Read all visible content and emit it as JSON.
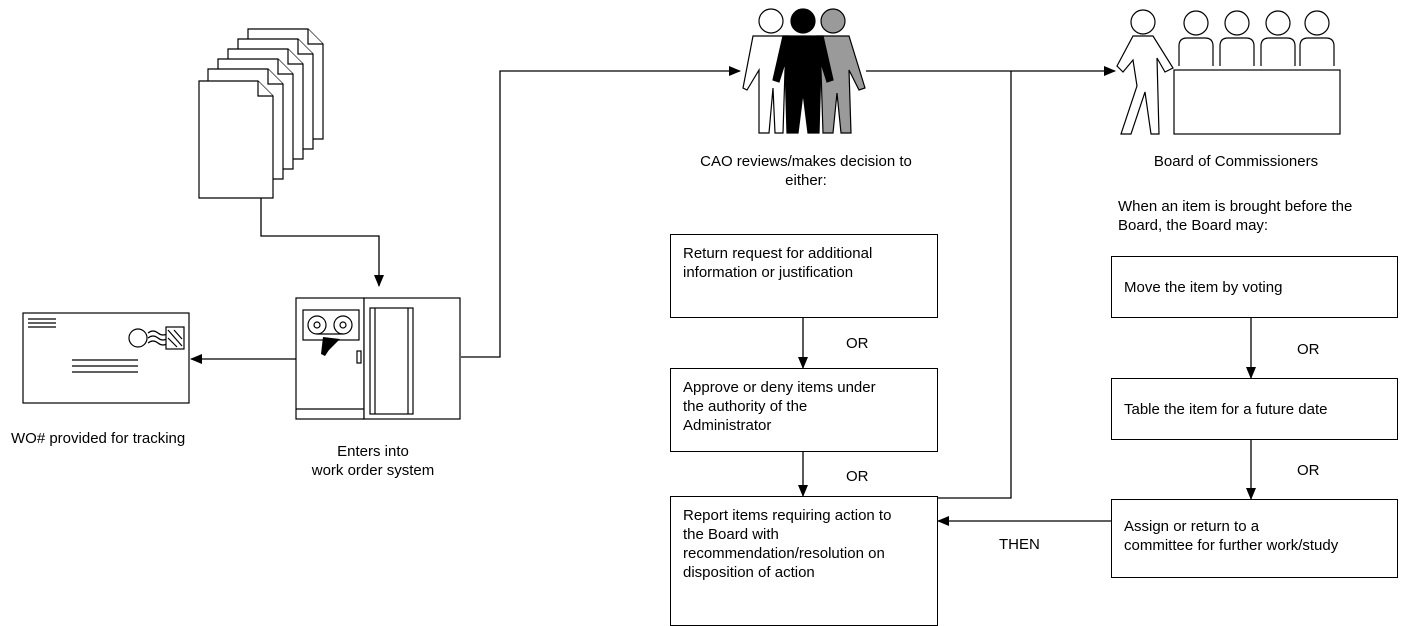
{
  "diagram": {
    "labels": {
      "tracking": "WO# provided for tracking",
      "enters_line1": "Enters into",
      "enters_line2": "work order system",
      "cao_line1": "CAO reviews/makes decision to",
      "cao_line2": "either:",
      "board_title": "Board of Commissioners",
      "board_intro_line1": "When an item is brought before the",
      "board_intro_line2": "Board, the Board may:",
      "or": "OR",
      "then": "THEN"
    },
    "cao_options": [
      {
        "line1": "Return request for additional",
        "line2": "information or justification",
        "line3": ""
      },
      {
        "line1": "Approve or deny items under",
        "line2": "the authority of the",
        "line3": "Administrator"
      },
      {
        "line1": "Report items requiring action to",
        "line2": "the Board with",
        "line3": "recommendation/resolution on",
        "line4": "disposition of action"
      }
    ],
    "board_options": [
      {
        "line1": "Move the item by voting",
        "line2": ""
      },
      {
        "line1": "Table the item for a future date",
        "line2": ""
      },
      {
        "line1": "Assign or return to a",
        "line2": "committee for further work/study"
      }
    ],
    "icons": [
      "document-stack-icon",
      "work-order-machine-icon",
      "envelope-icon",
      "cao-group-icon",
      "board-of-commissioners-icon"
    ]
  }
}
